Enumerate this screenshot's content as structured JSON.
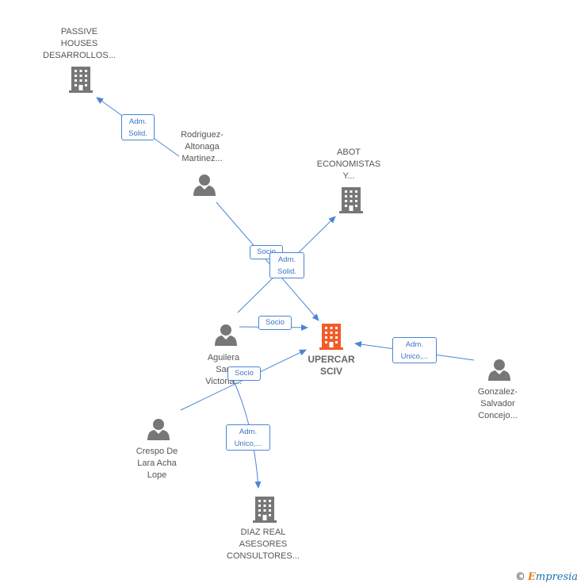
{
  "colors": {
    "edge": "#4a86d4",
    "node_icon": "#777777",
    "main_icon": "#f25c2a"
  },
  "nodes": {
    "passive": {
      "label": "PASSIVE\nHOUSES\nDESARROLLOS...",
      "icon": "building-icon"
    },
    "rodriguez": {
      "label": "Rodriguez-\nAltonaga\nMartinez...",
      "icon": "person-icon"
    },
    "abot": {
      "label": "ABOT\nECONOMISTAS\nY...",
      "icon": "building-icon"
    },
    "upercar": {
      "label": "UPERCAR\nSCIV",
      "icon": "building-icon"
    },
    "aguilera": {
      "label": "Aguilera\nSan\nVictoria...",
      "icon": "person-icon"
    },
    "gonzalez": {
      "label": "Gonzalez-\nSalvador\nConcejo...",
      "icon": "person-icon"
    },
    "crespo": {
      "label": "Crespo De\nLara Acha\nLope",
      "icon": "person-icon"
    },
    "diaz": {
      "label": "DIAZ REAL\nASESORES\nCONSULTORES...",
      "icon": "building-icon"
    }
  },
  "edges": {
    "adm_solid_1": "Adm.\nSolid.",
    "socio_1": "Socio",
    "adm_solid_2": "Adm.\nSolid.",
    "socio_2": "Socio",
    "socio_3": "Socio",
    "adm_unico_1": "Adm.\nUnico,...",
    "adm_unico_2": "Adm.\nUnico,..."
  },
  "footer": {
    "copyright": "©",
    "brand_first": "E",
    "brand_rest": "mpresia"
  }
}
